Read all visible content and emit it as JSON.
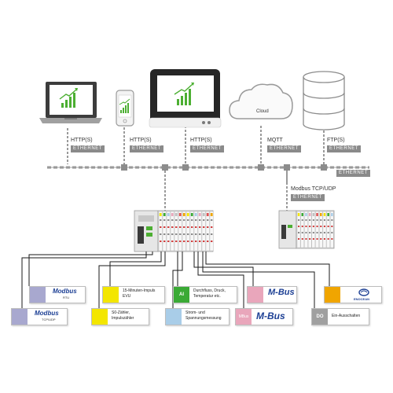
{
  "devices": [
    {
      "id": "laptop",
      "protocol": "HTTP(S)",
      "network": "ETHERNET"
    },
    {
      "id": "phone",
      "protocol": "HTTP(S)",
      "network": "ETHERNET"
    },
    {
      "id": "panel",
      "protocol": "HTTP(S)",
      "network": "ETHERNET"
    },
    {
      "id": "cloud",
      "label": "Cloud",
      "protocol": "MQTT",
      "network": "ETHERNET"
    },
    {
      "id": "database",
      "protocol": "FTP(S)",
      "network": "ETHERNET"
    }
  ],
  "backbone": {
    "label": "ETHERNET"
  },
  "secondary_link": {
    "protocol": "Modbus TCP/UDP",
    "network": "ETHERNET"
  },
  "modules": [
    {
      "id": "modbus-rtu",
      "logo": "Modbus",
      "sub": "RTU",
      "color": "#a8a8cf"
    },
    {
      "id": "modbus-tcp",
      "logo": "Modbus",
      "sub": "TCP/UDP",
      "color": "#a8a8cf"
    },
    {
      "id": "15min",
      "text": "15-Minuten-Impuls EVU",
      "color": "#f3e600"
    },
    {
      "id": "s0",
      "text": "S0-Zähler, Impulszähler",
      "color": "#f3e600"
    },
    {
      "id": "ai",
      "tag": "AI",
      "text": "Durchfluss, Druck, Temperatur etc.",
      "color": "#3aaa35"
    },
    {
      "id": "power",
      "text": "Strom- und Spannungsmessung",
      "color": "#a9cde8"
    },
    {
      "id": "mbus-small",
      "logo": "M-Bus",
      "color": "#e9a6bb"
    },
    {
      "id": "mbus",
      "tag": "MBus",
      "logo": "M-Bus",
      "color": "#e9a6bb"
    },
    {
      "id": "enocean",
      "logo": "ENOCEAN",
      "color": "#f0a500"
    },
    {
      "id": "do",
      "tag": "DO",
      "text": "Ein-Ausschalten",
      "color": "#a0a0a0"
    }
  ],
  "colors": {
    "chart": "#4caf32",
    "line": "#8c8c8c",
    "wire": "#1a1a1a"
  }
}
